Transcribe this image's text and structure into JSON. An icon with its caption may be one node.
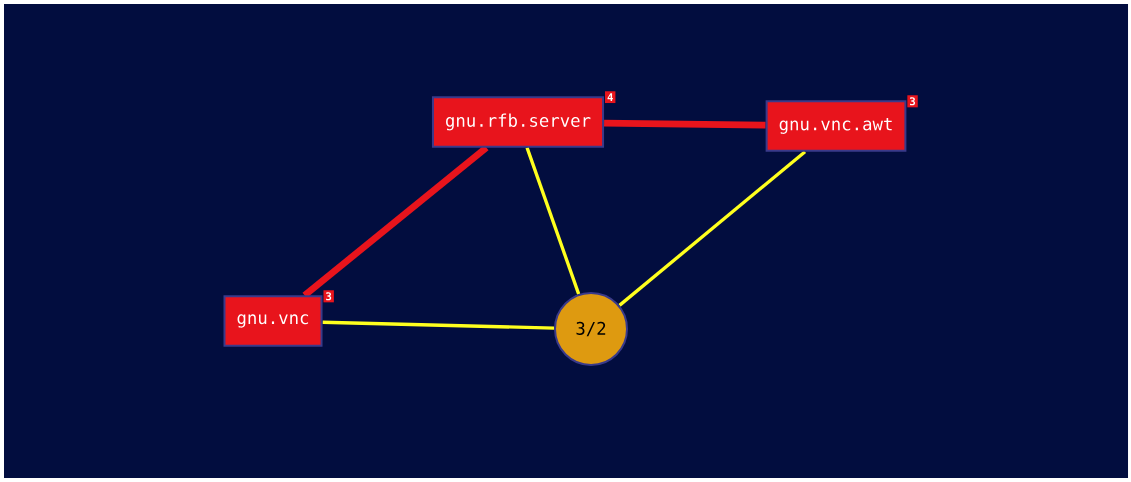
{
  "diagram": {
    "nodes": [
      {
        "text": [
          "gnu.rfb.server"
        ],
        "beside": [
          "4"
        ]
      },
      {
        "text": [
          "gnu.vnc.awt"
        ],
        "beside": [
          "3"
        ]
      },
      {
        "text": [
          "gnu.vnc"
        ],
        "beside": [
          "3"
        ]
      },
      {
        "text": [
          "3/2"
        ]
      }
    ],
    "edges": [
      {
        "from": 0,
        "to": 1,
        "arrow": "none",
        "style": "thick",
        "color": "#e8141c"
      },
      {
        "from": 0,
        "to": 2,
        "arrow": "none",
        "style": "thick",
        "color": "#e8141c"
      },
      {
        "from": 0,
        "to": 3,
        "arrow": "none"
      },
      {
        "from": 1,
        "to": 3,
        "arrow": "none"
      },
      {
        "from": 2,
        "to": 3,
        "arrow": "none"
      }
    ]
  }
}
